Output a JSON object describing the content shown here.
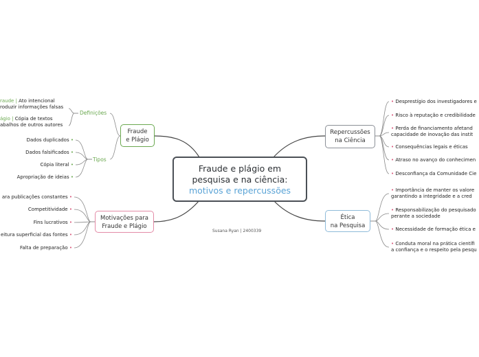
{
  "central": {
    "line1": "Fraude e plágio em",
    "line2": "pesquisa e na ciência:",
    "line3": "motivos e repercussões"
  },
  "author": "Susana Ryan | 2400339",
  "fraude": {
    "line1": "Fraude",
    "line2": "e Plágio",
    "definicoes_label": "Definições",
    "tipos_label": "Tipos",
    "def1": {
      "term": "raude",
      "sep": " | ",
      "rest1": "Ato intencional",
      "rest2": "roduzir informações falsas"
    },
    "def2": {
      "term": "ágio",
      "sep": " | ",
      "rest1": "Cópia de textos",
      "rest2": "abalhos de outros autores"
    },
    "tipos": [
      "Dados duplicados",
      "Dados falsificados",
      "Cópia literal",
      "Apropriação de ideias"
    ]
  },
  "motivacoes": {
    "line1": "Motivações para",
    "line2": "Fraude e Plágio",
    "items": [
      "ara publicações constantes",
      "Competitividade",
      "Fins lucrativos",
      "eitura superficial das fontes",
      "Falta de preparação"
    ]
  },
  "repercussoes": {
    "line1": "Repercussões",
    "line2": "na Ciência",
    "items": [
      [
        "Desprestígio dos investigadores e"
      ],
      [
        "Risco à reputação e credibilidade"
      ],
      [
        "Perda de financiamento afetand",
        "capacidade de inovação das instit"
      ],
      [
        "Consequências legais e éticas"
      ],
      [
        "Atraso no avanço do conhecimen"
      ],
      [
        "Desconfiança da Comunidade Cie"
      ]
    ]
  },
  "etica": {
    "line1": "Ética",
    "line2": "na Pesquisa",
    "items": [
      [
        "Importância de manter os valore",
        "garantindo a integridade e a cred"
      ],
      [
        "Responsabilização do pesquisado",
        "perante a sociedade"
      ],
      [
        "Necessidade de formação ética e"
      ],
      [
        "Conduta moral na prática científi",
        "a confiança e o respeito pela pesqu"
      ]
    ]
  },
  "bullet": "•",
  "colors": {
    "fraude": "#6aa84f",
    "motivacoes": "#e38aa6",
    "repercussoes": "#8a8f96",
    "etica": "#8ebad9",
    "central": "#4a4f55"
  }
}
